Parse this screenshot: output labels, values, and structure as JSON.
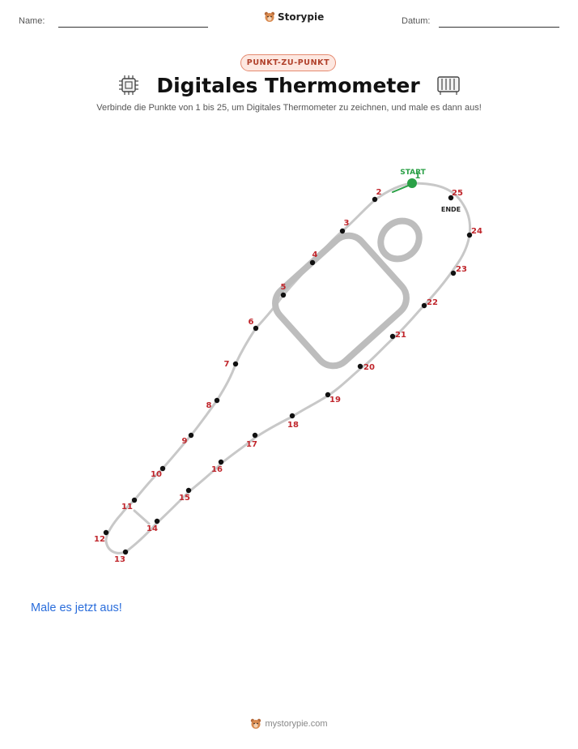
{
  "header": {
    "name_label": "Name:",
    "date_label": "Datum:",
    "brand": "Storypie"
  },
  "badge": "PUNKT-ZU-PUNKT",
  "title": "Digitales Thermometer",
  "subtitle": "Verbinde die Punkte von 1 bis 25, um Digitales Thermometer zu zeichnen, und male es dann aus!",
  "puzzle": {
    "start_label": "START",
    "end_label": "ENDE",
    "point_labels": [
      "1",
      "2",
      "3",
      "4",
      "5",
      "6",
      "7",
      "8",
      "9",
      "10",
      "11",
      "12",
      "13",
      "14",
      "15",
      "16",
      "17",
      "18",
      "19",
      "20",
      "21",
      "22",
      "23",
      "24",
      "25"
    ],
    "colors": {
      "start": "#2aa046",
      "number": "#c0262c",
      "dot": "#111111",
      "outline": "#c8c8c8"
    }
  },
  "color_prompt": "Male es jetzt aus!",
  "footer": "mystorypie.com",
  "icons": [
    "bear-logo-icon",
    "chip-icon",
    "radiator-icon"
  ]
}
